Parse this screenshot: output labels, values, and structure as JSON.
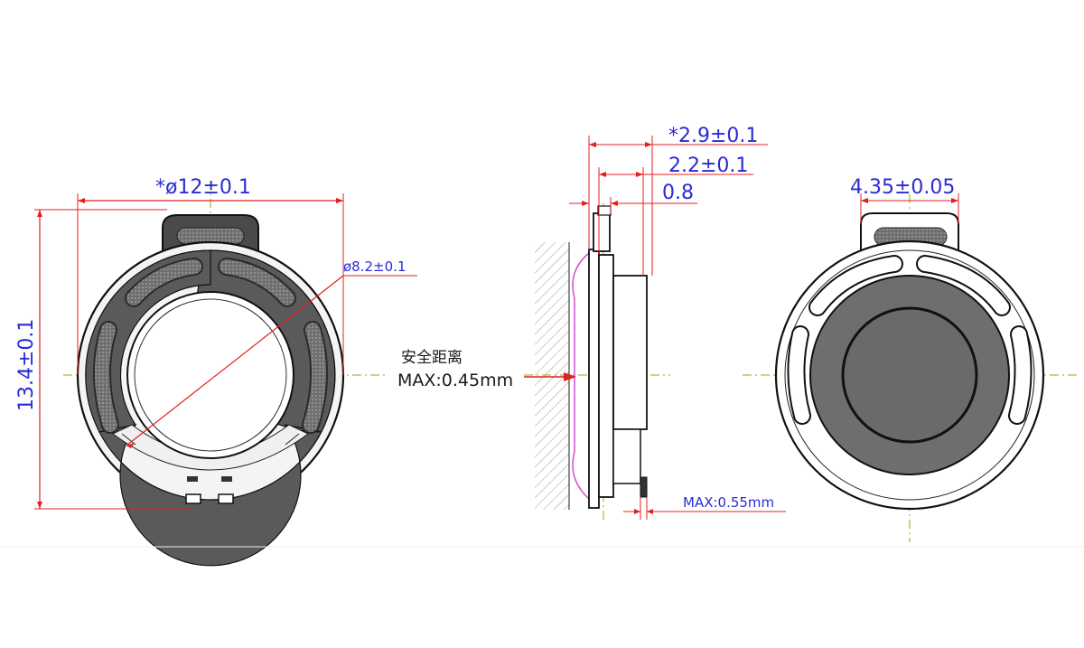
{
  "dimensions": {
    "front_outer_diameter": "*ø12±0.1",
    "front_inner_diameter": "ø8.2±0.1",
    "front_height": "13.4±0.1",
    "side_total_thickness": "*2.9±0.1",
    "side_body_thickness": "2.2±0.1",
    "side_flange_thickness": "0.8",
    "side_terminal_max": "MAX:0.55mm",
    "back_tab_width": "4.35±0.05"
  },
  "notes": {
    "safety_distance_label": "安全距离",
    "safety_distance_value": "MAX:0.45mm"
  },
  "colors": {
    "dimension_line": "#e02020",
    "dimension_text": "#2b2bd6",
    "centerline": "#9aa800",
    "outline": "#111111",
    "mesh_fill": "#7a7a7a",
    "magnet_fill": "#6e6e6e",
    "diaphragm": "#d64bd6"
  }
}
